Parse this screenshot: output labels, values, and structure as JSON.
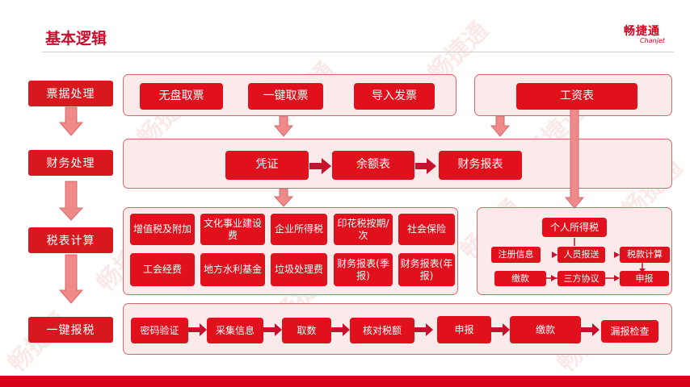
{
  "header": {
    "title": "基本逻辑",
    "logo_cn": "畅捷通",
    "logo_en": "Chanjet"
  },
  "watermark": "畅捷通",
  "stages": [
    "票据处理",
    "财务处理",
    "税表计算",
    "一键报税"
  ],
  "invoice_row": [
    "无盘取票",
    "一键取票",
    "导入发票"
  ],
  "payroll": "工资表",
  "finance_row": [
    "凭证",
    "余额表",
    "财务报表"
  ],
  "tax_grid": [
    "增值税及附加",
    "文化事业建设费",
    "企业所得税",
    "印花税按期/次",
    "社会保险",
    "工会经费",
    "地方水利基金",
    "垃圾处理费",
    "财务报表(季报)",
    "财务报表(年报)"
  ],
  "personal_tax": {
    "title": "个人所得税",
    "steps_top": [
      "注册信息",
      "人员报送",
      "税款计算"
    ],
    "steps_bottom": [
      "缴款",
      "三方协议",
      "申报"
    ]
  },
  "one_click_row": [
    "密码验证",
    "采集信息",
    "取数",
    "核对税额",
    "申报",
    "缴款",
    "漏报检查"
  ],
  "colors": {
    "accent": "#d6001c",
    "box": "#e0101c",
    "panel": "#fbeaea",
    "arrow": "#f08a8a"
  }
}
